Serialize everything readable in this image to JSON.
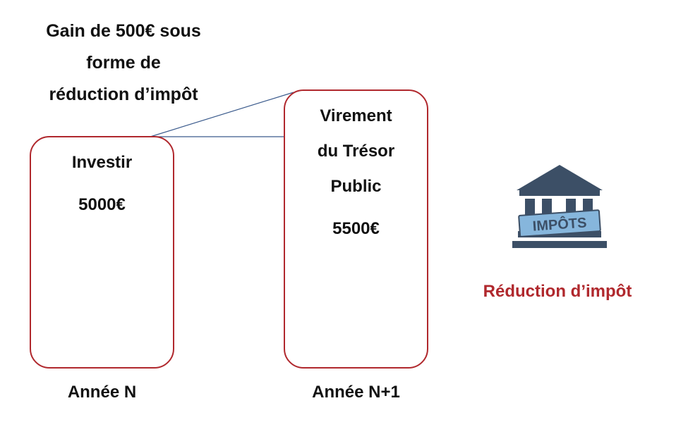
{
  "headline": {
    "line1": "Gain de 500€ sous",
    "line2": "forme de",
    "line3": "réduction d’impôt"
  },
  "box_n": {
    "title": "Investir",
    "amount": "5000€",
    "year_label": "Année N"
  },
  "box_n1": {
    "title_line1": "Virement",
    "title_line2": "du Trésor",
    "title_line3": "Public",
    "amount": "5500€",
    "year_label": "Année N+1"
  },
  "icon": {
    "name": "tax-office-icon",
    "sign_text": "IMPÔTS",
    "roof_color": "#3c4f66",
    "sign_color": "#86b6dc"
  },
  "reduction_label": "Réduction d’impôt",
  "colors": {
    "accent_red": "#b0282d",
    "connector_line": "#3a5a8c"
  }
}
